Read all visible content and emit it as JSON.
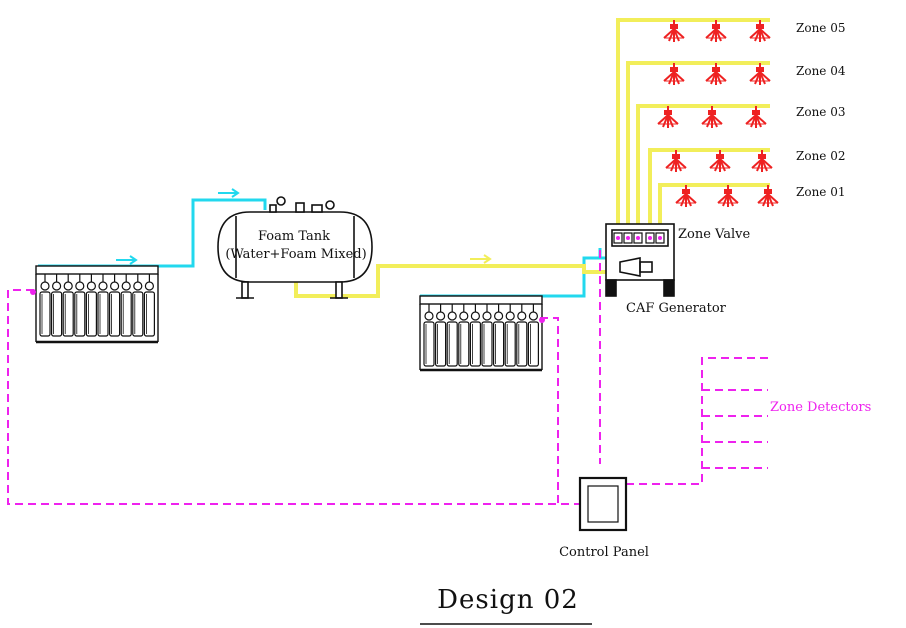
{
  "title": "Design 02",
  "foam_tank": {
    "line1": "Foam Tank",
    "line2": "(Water+Foam Mixed)"
  },
  "zone_valve_label": "Zone Valve",
  "caf_generator_label": "CAF Generator",
  "control_panel_label": "Control Panel",
  "zone_detectors_label": "Zone Detectors",
  "zones": [
    "Zone 05",
    "Zone 04",
    "Zone 03",
    "Zone 02",
    "Zone 01"
  ],
  "colors": {
    "water_line": "#22d8ee",
    "foam_line": "#f2ee5a",
    "control_line": "#ee22ee",
    "sprinkler": "#ee2222",
    "outline": "#111111"
  },
  "icons": {
    "cylinder_bank": "gas-cylinder-bank-icon",
    "tank": "foam-tank-icon",
    "sprinkler": "sprinkler-head-icon",
    "panel": "control-panel-icon"
  }
}
